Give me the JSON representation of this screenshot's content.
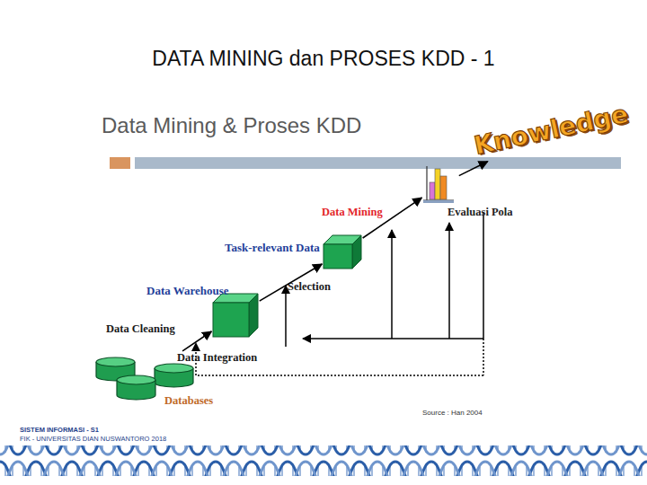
{
  "diagram": {
    "title": "DATA MINING dan PROSES KDD - 1",
    "nodes": [
      {
        "text": [
          "Databases"
        ]
      },
      {
        "text": [
          "Data Warehouse"
        ]
      },
      {
        "text": [
          "Task-relevant Data"
        ]
      },
      {
        "text": [
          "Evaluasi Pola"
        ]
      },
      {
        "text": [
          "Knowledge"
        ]
      }
    ],
    "edges": [
      {
        "from": 0,
        "to": 1,
        "arrow": "to",
        "label": "Data Integration"
      },
      {
        "from": 1,
        "to": 2,
        "arrow": "to",
        "label": "Selection"
      },
      {
        "from": 2,
        "to": 3,
        "arrow": "to",
        "label": "Data Mining"
      },
      {
        "from": 3,
        "to": 4,
        "arrow": "to"
      }
    ],
    "labels": [
      "Data Mining & Proses KDD",
      "Data Cleaning",
      "Source : Han 2004",
      "SISTEM INFORMASI - S1",
      "FIK - UNIVERSITAS DIAN NUSWANTORO 2018"
    ]
  }
}
